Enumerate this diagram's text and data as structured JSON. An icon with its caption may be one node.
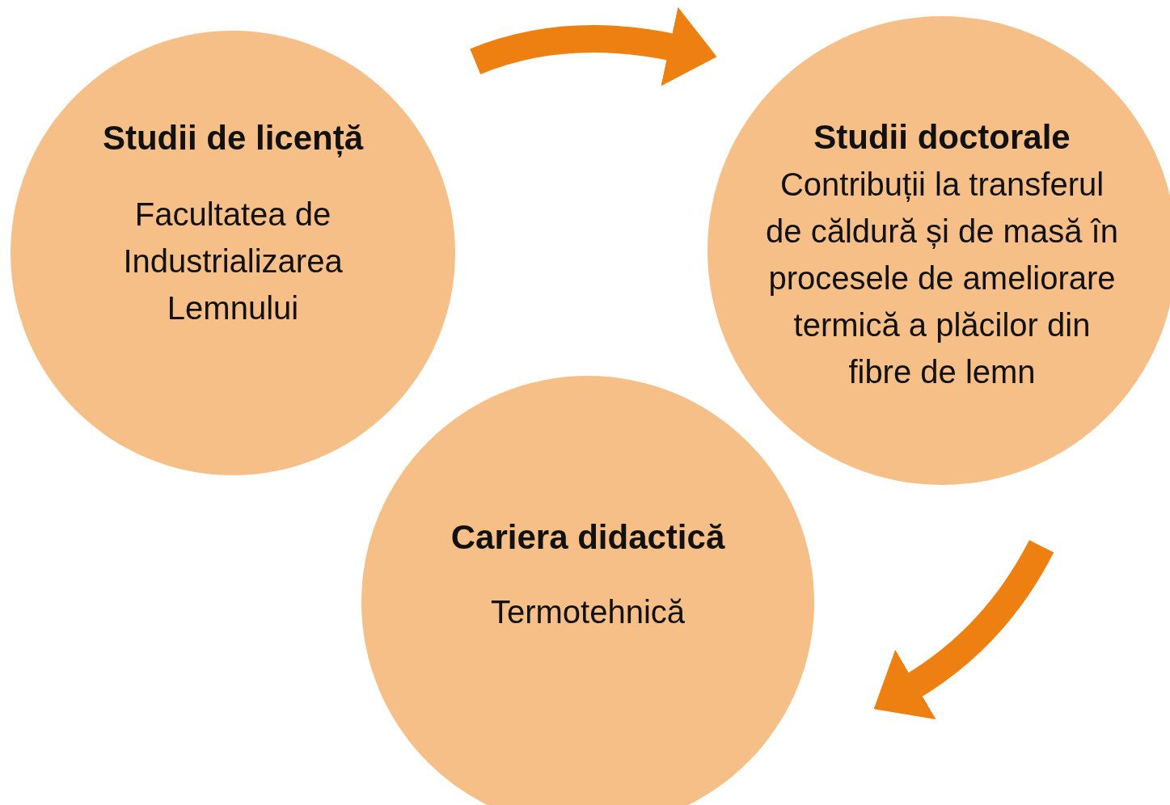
{
  "diagram": {
    "nodes": [
      {
        "text": [
          "Studii de licență",
          "Facultatea de Industrializarea Lemnului"
        ]
      },
      {
        "text": [
          "Studii doctorale",
          "Contribuții la transferul de căldură și de masă în procesele de ameliorare termică a plăcilor din fibre de lemn"
        ]
      },
      {
        "text": [
          "Cariera didactică",
          "Termotehnică"
        ]
      }
    ],
    "edges": [
      {
        "from": 0,
        "to": 1,
        "arrow": "to",
        "color": "#ee8011"
      },
      {
        "from": 1,
        "to": 2,
        "arrow": "to",
        "color": "#ee8011"
      }
    ]
  }
}
